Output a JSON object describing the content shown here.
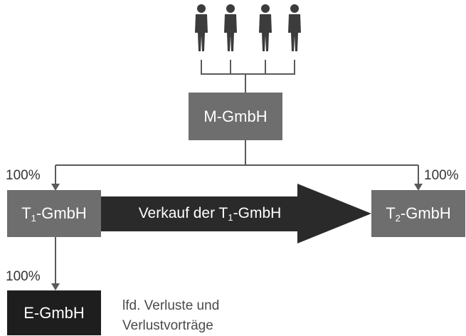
{
  "boxes": {
    "m": {
      "label": "M-GmbH"
    },
    "t1": {
      "prefix": "T",
      "sub": "1",
      "suffix": "-GmbH"
    },
    "t2": {
      "prefix": "T",
      "sub": "2",
      "suffix": "-GmbH"
    },
    "e": {
      "label": "E-GmbH"
    }
  },
  "percent_t1": "100%",
  "percent_t2": "100%",
  "percent_e": "100%",
  "arrow_label": {
    "prefix": "Verkauf der T",
    "sub": "1",
    "suffix": "-GmbH"
  },
  "note": {
    "line1": "lfd. Verluste und",
    "line2": "Verlustvorträge"
  },
  "colors": {
    "box_mid": "#6e6e6e",
    "box_dark": "#1e1e1e",
    "line": "#5a5a5a"
  }
}
